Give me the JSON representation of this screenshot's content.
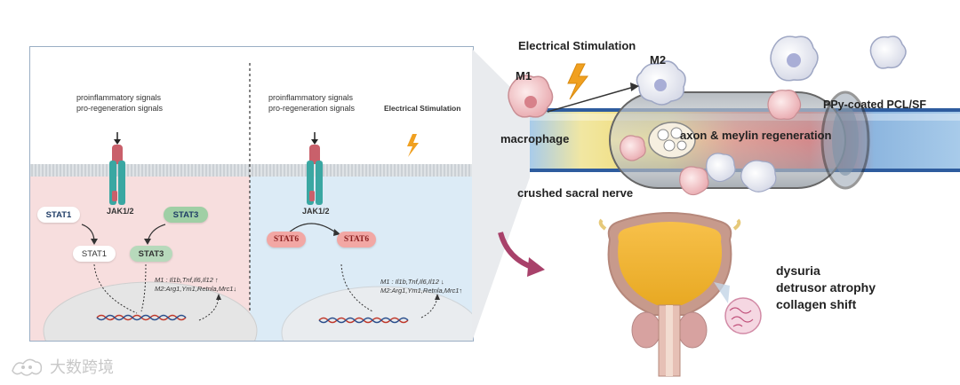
{
  "left_panel": {
    "m1_side": {
      "signals_line1": "proinflammatory signals",
      "signals_line2": "pro-regeneration signals",
      "receptor_label": "JAK1/2",
      "stat1_label": "STAT1",
      "stat3_label": "STAT3",
      "stat1p_label": "STAT1",
      "stat3p_label": "STAT3",
      "gene_line1": "M1 : Il1b,Tnf,Il6,Il12 ↑",
      "gene_line2": "M2:Arg1,Ym1,Retnla,Mrc1↓"
    },
    "m2_side": {
      "signals_line1": "proinflammatory signals",
      "signals_line2": "pro-regeneration signals",
      "stimulation_label": "Electrical Stimulation",
      "receptor_label": "JAK1/2",
      "stat6_label": "STAT6",
      "stat6p_label": "STAT6",
      "gene_line1": "M1 : Il1b,Tnf,Il6,Il12 ↓",
      "gene_line2": "M2:Arg1,Ym1,Retnla,Mrc1↑"
    }
  },
  "right_panel": {
    "stimulation_label": "Electrical Stimulation",
    "m1_label": "M1",
    "m2_label": "M2",
    "conduit_label": "PPy-coated PCL/SF",
    "macrophage_label": "macrophage",
    "regeneration_label": "axon & meylin regeneration",
    "nerve_label": "crushed sacral nerve",
    "outcomes": [
      "dysuria",
      "detrusor atrophy",
      "collagen shift"
    ]
  },
  "watermark": {
    "text": "大数跨境"
  },
  "colors": {
    "m1_bg": "#f7dede",
    "m2_bg": "#dcebf6",
    "stat_red": "#f2a7a4",
    "stat_green": "#9fcfa5",
    "nerve_blue": "#a8cbea",
    "bladder_yellow": "#f1c24a"
  }
}
